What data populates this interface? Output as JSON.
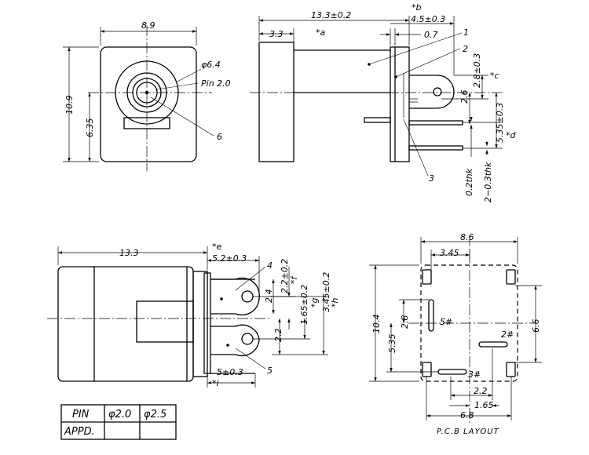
{
  "views": {
    "front": {
      "dim_width": "8.9",
      "dim_height": "10.9",
      "dim_center": "6.35",
      "dim_dia": "φ6.4",
      "pin_label": "Pin  2.0",
      "callout_6": "6"
    },
    "side": {
      "dim_total": "13.3±0.2",
      "mark_b": "*b",
      "dim_front": "3.3",
      "mark_a": "*a",
      "dim_b": "4.5±0.3",
      "dim_07": "0.7",
      "callout_1": "1",
      "callout_2": "2",
      "callout_3": "3",
      "dim_28": "2.8±0.3",
      "dim_26": "2.6",
      "mark_c": "*c",
      "dim_535": "5.35±0.3",
      "mark_d": "*d",
      "dim_thk1": "0.2thk",
      "dim_thk2": "2−0.3thk"
    },
    "bottom": {
      "dim_total": "13.3",
      "mark_e": "*e",
      "dim_52": "5.2±0.3",
      "callout_4": "4",
      "callout_5": "5",
      "dim_24": "2.4",
      "dim_22a": "2.2±0.2",
      "mark_f": "*f",
      "dim_165": "1.65±0.2",
      "mark_g": "*g",
      "dim_345": "3.45±0.2",
      "mark_h": "*h",
      "dim_22": "2.2",
      "dim_5": "5±0.3",
      "mark_i": "*i"
    },
    "pcb": {
      "dim_86": "8.6",
      "dim_345": "3.45",
      "dim_104": "10.4",
      "dim_66": "6.6",
      "dim_28": "2.8",
      "dim_535": "5.35",
      "pin_5": "5#",
      "pin_2": "2#",
      "pin_3": "3#",
      "dim_22": "2.2",
      "dim_165": "1.65",
      "dim_68": "6.8",
      "title": "P.C.B  LAYOUT"
    }
  },
  "table": {
    "rows": [
      [
        "PIN",
        "φ2.0",
        "φ2.5"
      ],
      [
        "APPD.",
        "",
        ""
      ]
    ]
  }
}
